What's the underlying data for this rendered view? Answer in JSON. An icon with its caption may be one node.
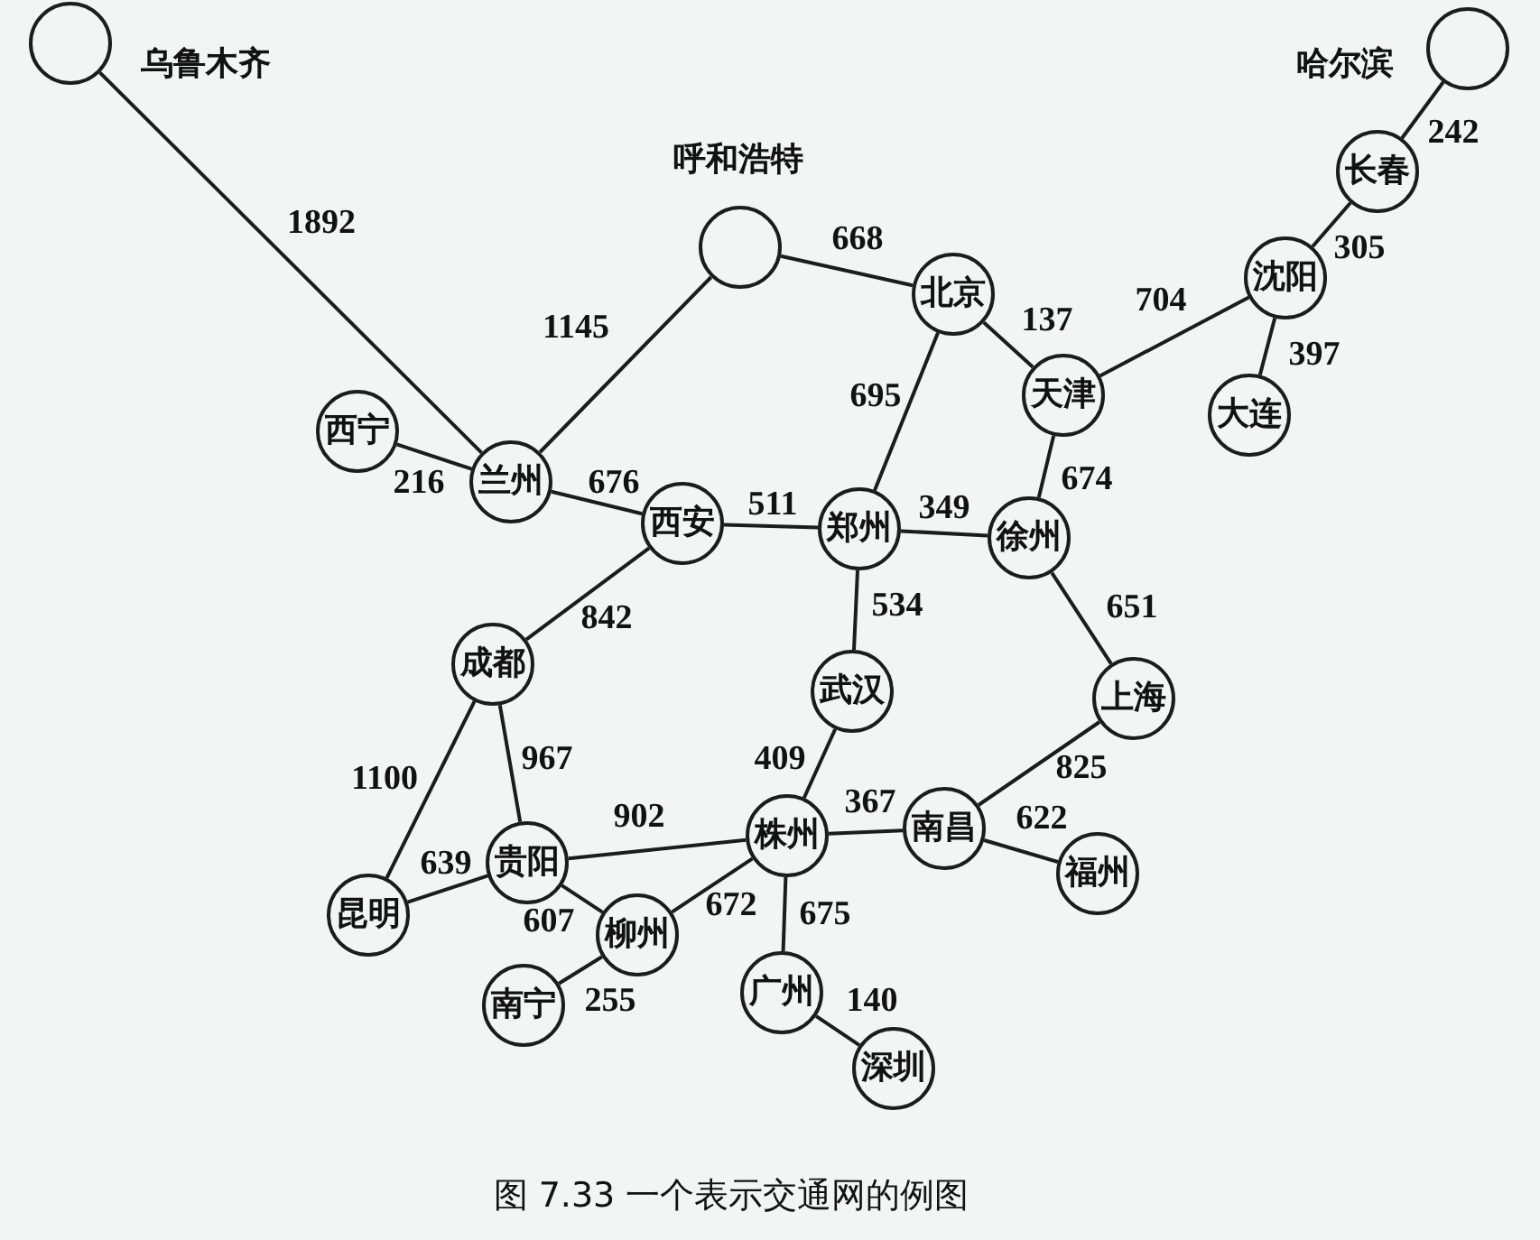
{
  "diagram": {
    "caption": "图 7.33 一个表示交通网的例图",
    "nodes": [
      {
        "text": [],
        "shape": "circle",
        "beside": [
          "乌鲁木齐"
        ]
      },
      {
        "text": [],
        "shape": "circle",
        "beside": [
          "哈尔滨"
        ]
      },
      {
        "text": [
          "长春"
        ]
      },
      {
        "text": [],
        "shape": "circle",
        "beside": [
          "呼和浩特"
        ]
      },
      {
        "text": [
          "沈阳"
        ]
      },
      {
        "text": [
          "北京"
        ]
      },
      {
        "text": [
          "天津"
        ]
      },
      {
        "text": [
          "大连"
        ]
      },
      {
        "text": [
          "西宁"
        ]
      },
      {
        "text": [
          "兰州"
        ]
      },
      {
        "text": [
          "西安"
        ]
      },
      {
        "text": [
          "郑州"
        ]
      },
      {
        "text": [
          "徐州"
        ]
      },
      {
        "text": [
          "成都"
        ]
      },
      {
        "text": [
          "武汉"
        ]
      },
      {
        "text": [
          "上海"
        ]
      },
      {
        "text": [
          "株州"
        ]
      },
      {
        "text": [
          "南昌"
        ]
      },
      {
        "text": [
          "贵阳"
        ]
      },
      {
        "text": [
          "福州"
        ]
      },
      {
        "text": [
          "昆明"
        ]
      },
      {
        "text": [
          "柳州"
        ]
      },
      {
        "text": [
          "广州"
        ]
      },
      {
        "text": [
          "南宁"
        ]
      },
      {
        "text": [
          "深圳"
        ]
      }
    ],
    "edges": [
      {
        "from": 0,
        "to": 9,
        "arrow": "none",
        "label": "1892"
      },
      {
        "from": 9,
        "to": 3,
        "arrow": "none",
        "label": "1145"
      },
      {
        "from": 3,
        "to": 5,
        "arrow": "none",
        "label": "668"
      },
      {
        "from": 8,
        "to": 9,
        "arrow": "none",
        "label": "216"
      },
      {
        "from": 9,
        "to": 10,
        "arrow": "none",
        "label": "676"
      },
      {
        "from": 10,
        "to": 11,
        "arrow": "none",
        "label": "511"
      },
      {
        "from": 10,
        "to": 13,
        "arrow": "none",
        "label": "842"
      },
      {
        "from": 5,
        "to": 6,
        "arrow": "none",
        "label": "137"
      },
      {
        "from": 5,
        "to": 11,
        "arrow": "none",
        "label": "695"
      },
      {
        "from": 6,
        "to": 4,
        "arrow": "none",
        "label": "704"
      },
      {
        "from": 4,
        "to": 2,
        "arrow": "none",
        "label": "305"
      },
      {
        "from": 2,
        "to": 1,
        "arrow": "none",
        "label": "242"
      },
      {
        "from": 4,
        "to": 7,
        "arrow": "none",
        "label": "397"
      },
      {
        "from": 6,
        "to": 12,
        "arrow": "none",
        "label": "674"
      },
      {
        "from": 11,
        "to": 12,
        "arrow": "none",
        "label": "349"
      },
      {
        "from": 11,
        "to": 14,
        "arrow": "none",
        "label": "534"
      },
      {
        "from": 12,
        "to": 15,
        "arrow": "none",
        "label": "651"
      },
      {
        "from": 14,
        "to": 16,
        "arrow": "none",
        "label": "409"
      },
      {
        "from": 13,
        "to": 18,
        "arrow": "none",
        "label": "967"
      },
      {
        "from": 13,
        "to": 20,
        "arrow": "none",
        "label": "1100"
      },
      {
        "from": 18,
        "to": 20,
        "arrow": "none",
        "label": "639"
      },
      {
        "from": 18,
        "to": 16,
        "arrow": "none",
        "label": "902"
      },
      {
        "from": 18,
        "to": 21,
        "arrow": "none",
        "label": "607"
      },
      {
        "from": 21,
        "to": 16,
        "arrow": "none",
        "label": "672"
      },
      {
        "from": 21,
        "to": 23,
        "arrow": "none",
        "label": "255"
      },
      {
        "from": 16,
        "to": 17,
        "arrow": "none",
        "label": "367"
      },
      {
        "from": 17,
        "to": 15,
        "arrow": "none",
        "label": "825"
      },
      {
        "from": 17,
        "to": 19,
        "arrow": "none",
        "label": "622"
      },
      {
        "from": 16,
        "to": 22,
        "arrow": "none",
        "label": "675"
      },
      {
        "from": 22,
        "to": 24,
        "arrow": "none",
        "label": "140"
      }
    ]
  }
}
